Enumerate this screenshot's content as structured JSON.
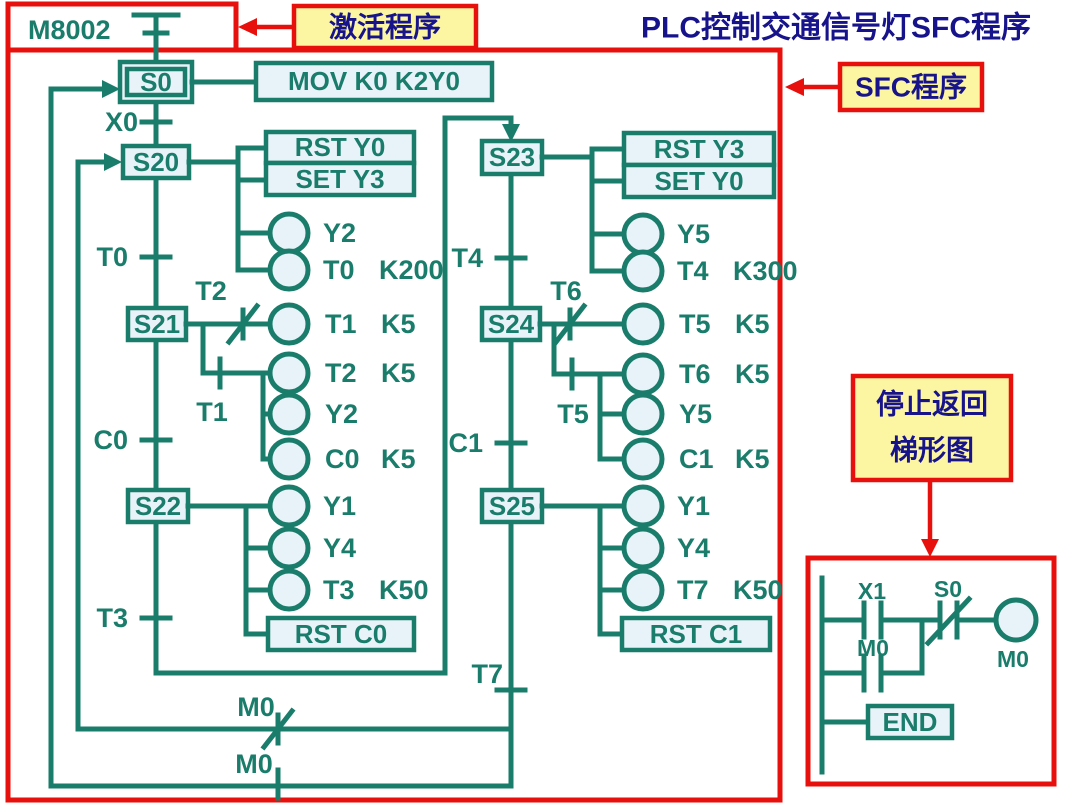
{
  "colors": {
    "teal": "#1A7C6B",
    "box_fill": "#E7F3F8",
    "red": "#E8100C",
    "label_yellow": "#FCF6A2",
    "text_blue": "#17138A",
    "background": "#FFFFFF"
  },
  "annotations": {
    "m8002_label": "M8002",
    "activation_label": "激活程序",
    "title": "PLC控制交通信号灯SFC程序",
    "sfc_label": "SFC程序",
    "stop_label_line1": "停止返回",
    "stop_label_line2": "梯形图"
  },
  "sfc": {
    "s0": {
      "name": "S0",
      "action": "MOV K0 K2Y0"
    },
    "t": {
      "x0": "X0",
      "t0": "T0",
      "c0": "C0",
      "t3": "T3",
      "t4": "T4",
      "c1": "C1",
      "t7": "T7"
    },
    "s20": {
      "name": "S20",
      "action1": "RST Y0",
      "action2": "SET Y3",
      "coil1": "Y2",
      "coil2_d": "T0",
      "coil2_v": "K200"
    },
    "s21": {
      "name": "S21",
      "nc_contact": "T2",
      "coil1_d": "T1",
      "coil1_v": "K5",
      "no_contact": "T1",
      "coil2_d": "T2",
      "coil2_v": "K5",
      "coil3": "Y2",
      "coil4_d": "C0",
      "coil4_v": "K5"
    },
    "s22": {
      "name": "S22",
      "coil1": "Y1",
      "coil2": "Y4",
      "coil3_d": "T3",
      "coil3_v": "K50",
      "action": "RST C0"
    },
    "s23": {
      "name": "S23",
      "action1": "RST Y3",
      "action2": "SET Y0",
      "coil1": "Y5",
      "coil2_d": "T4",
      "coil2_v": "K300"
    },
    "s24": {
      "name": "S24",
      "nc_contact": "T6",
      "coil1_d": "T5",
      "coil1_v": "K5",
      "no_contact": "T5",
      "coil2_d": "T6",
      "coil2_v": "K5",
      "coil3": "Y5",
      "coil4_d": "C1",
      "coil4_v": "K5"
    },
    "s25": {
      "name": "S25",
      "coil1": "Y1",
      "coil2": "Y4",
      "coil3_d": "T7",
      "coil3_v": "K50",
      "action": "RST C1"
    },
    "loop_nc_contact": "M0",
    "loop_no_contact": "M0"
  },
  "ladder": {
    "contact_x1": "X1",
    "contact_s0_nc": "S0",
    "contact_m0": "M0",
    "coil_m0": "M0",
    "end_label": "END"
  }
}
